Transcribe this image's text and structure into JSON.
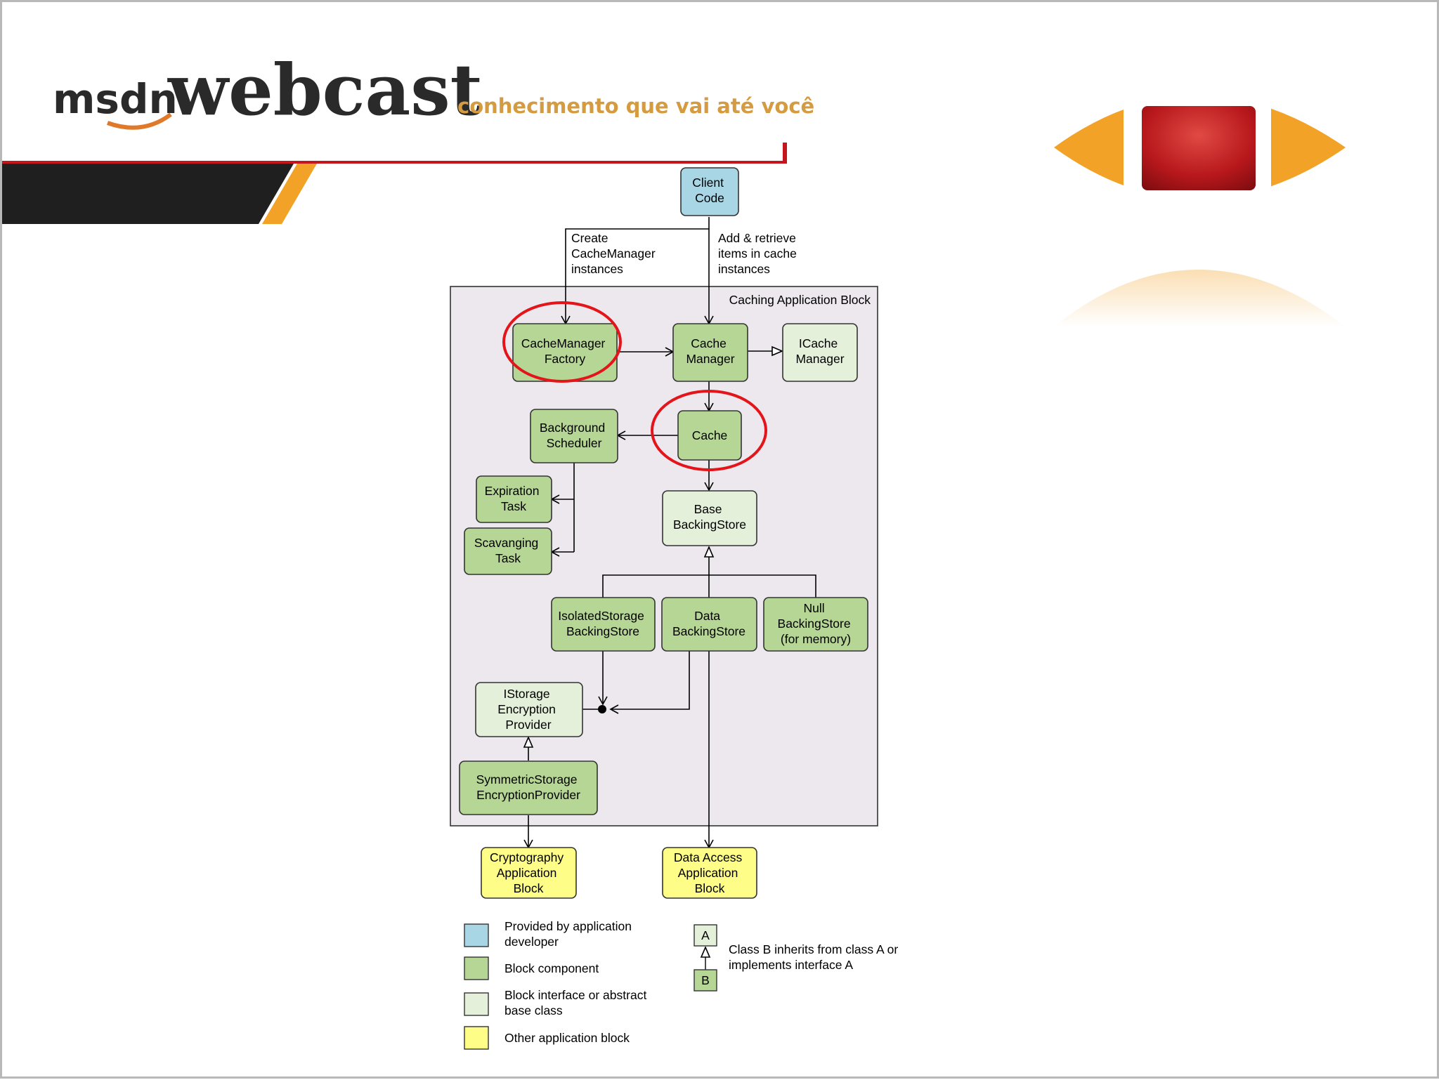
{
  "header": {
    "logo_msdn": "msdn",
    "logo_webcast": "webcast",
    "tagline": "conhecimento que vai até você"
  },
  "colors": {
    "client": "#a9d6e4",
    "component": "#b6d695",
    "interface": "#e4f0da",
    "other_block": "#fdfd88",
    "container": "#ece8ee",
    "highlight": "#e3151a",
    "accent_orange": "#f2a227",
    "accent_red": "#c4161c"
  },
  "diagram": {
    "container_label": "Caching Application Block",
    "edge_labels": {
      "create": [
        "Create",
        "CacheManager",
        "instances"
      ],
      "add_retrieve": [
        "Add & retrieve",
        "items in cache",
        "instances"
      ]
    },
    "nodes": {
      "client_code": [
        "Client",
        "Code"
      ],
      "cachemanager_factory": [
        "CacheManager",
        "Factory"
      ],
      "cache_manager": [
        "Cache",
        "Manager"
      ],
      "icache_manager": [
        "ICache",
        "Manager"
      ],
      "background_scheduler": [
        "Background",
        "Scheduler"
      ],
      "cache": [
        "Cache"
      ],
      "expiration_task": [
        "Expiration",
        "Task"
      ],
      "scavanging_task": [
        "Scavanging",
        "Task"
      ],
      "base_backingstore": [
        "Base",
        "BackingStore"
      ],
      "isolatedstorage_backingstore": [
        "IsolatedStorage",
        "BackingStore"
      ],
      "data_backingstore": [
        "Data",
        "BackingStore"
      ],
      "null_backingstore": [
        "Null",
        "BackingStore",
        "(for memory)"
      ],
      "istorage_encryption_provider": [
        "IStorage",
        "Encryption",
        "Provider"
      ],
      "symmetric_storage_encryption_provider": [
        "SymmetricStorage",
        "EncryptionProvider"
      ],
      "cryptography_block": [
        "Cryptography",
        "Application",
        "Block"
      ],
      "data_access_block": [
        "Data Access",
        "Application",
        "Block"
      ]
    }
  },
  "legend": {
    "items": [
      {
        "kind": "client",
        "lines": [
          "Provided by application",
          "developer"
        ]
      },
      {
        "kind": "component",
        "lines": [
          "Block component"
        ]
      },
      {
        "kind": "interface",
        "lines": [
          "Block interface or abstract",
          "base class"
        ]
      },
      {
        "kind": "other_block",
        "lines": [
          "Other application block"
        ]
      }
    ],
    "inherit_a": "A",
    "inherit_b": "B",
    "inherit_lines": [
      "Class B inherits from class A or",
      "implements interface A"
    ]
  }
}
